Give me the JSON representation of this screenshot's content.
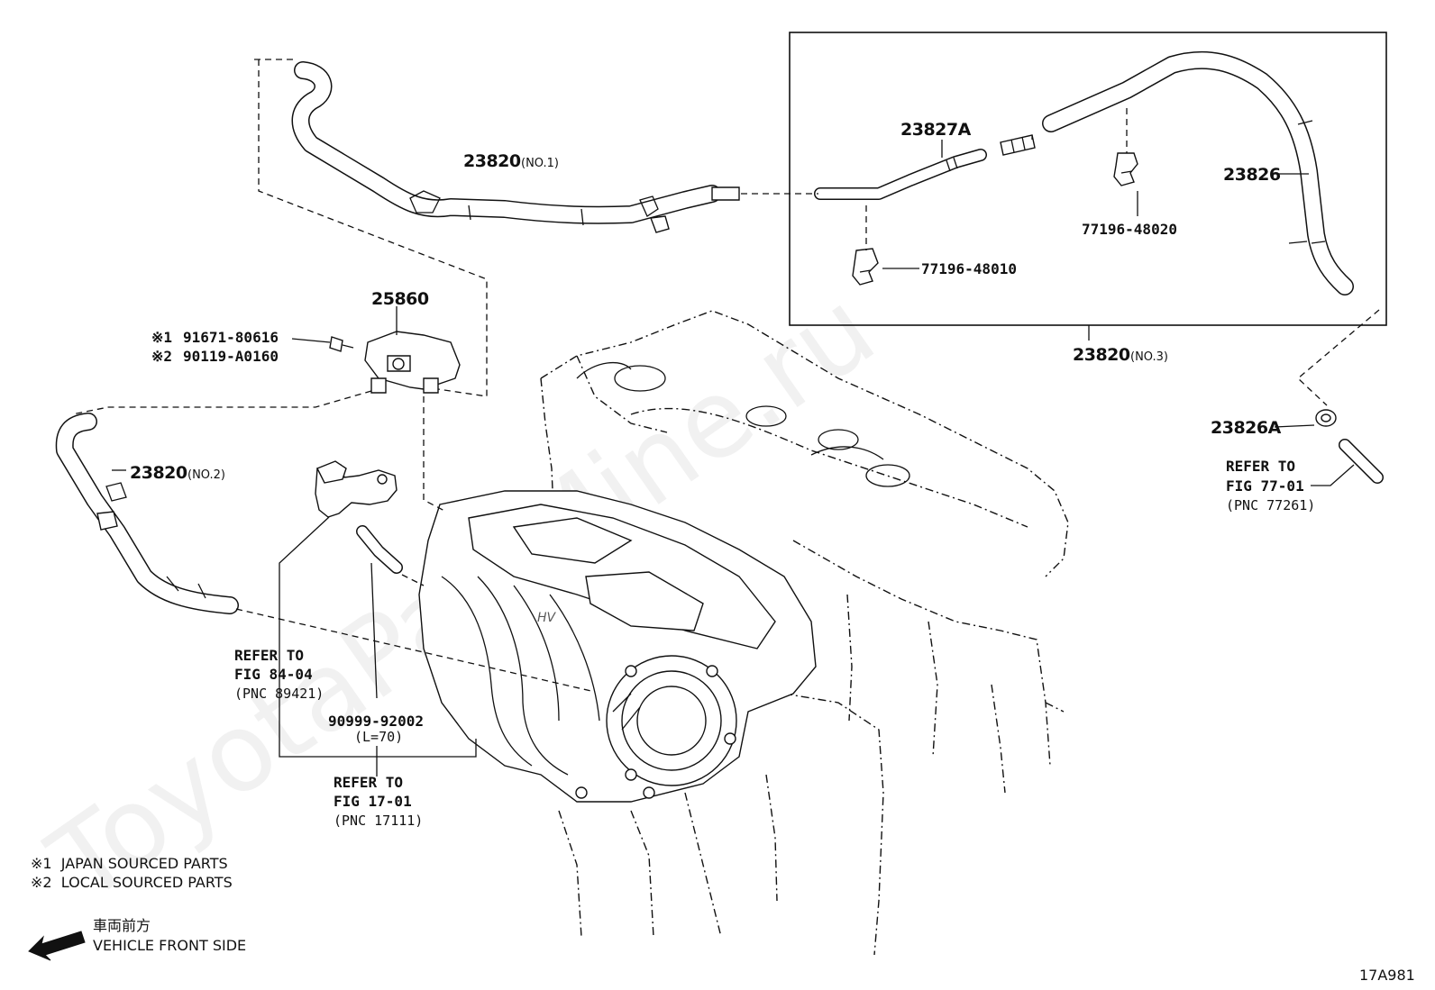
{
  "watermark": "ToyotaPartMine.ru",
  "parts": {
    "p23820_no1": {
      "num": "23820",
      "tag": "(NO.1)"
    },
    "p23820_no2": {
      "num": "23820",
      "tag": "(NO.2)"
    },
    "p23820_no3": {
      "num": "23820",
      "tag": "(NO.3)"
    },
    "p23827a": {
      "num": "23827A"
    },
    "p23826": {
      "num": "23826"
    },
    "p23826a": {
      "num": "23826A"
    },
    "p25860": {
      "num": "25860"
    },
    "clip_48020": {
      "num": "77196-48020"
    },
    "clip_48010": {
      "num": "77196-48010"
    },
    "bolt": {
      "line1_mark": "※1",
      "line1_num": "91671-80616",
      "line2_mark": "※2",
      "line2_num": "90119-A0160"
    },
    "hose_90999": {
      "num": "90999-92002",
      "length": "(L=70)"
    }
  },
  "refs": {
    "fig77": {
      "line1": "REFER TO",
      "line2": "FIG 77-01",
      "line3": "(PNC 77261)"
    },
    "fig84": {
      "line1": "REFER TO",
      "line2": "FIG 84-04",
      "line3": "(PNC 89421)"
    },
    "fig17": {
      "line1": "REFER TO",
      "line2": "FIG 17-01",
      "line3": "(PNC 17111)"
    }
  },
  "legend": {
    "line1": "※1  JAPAN SOURCED PARTS",
    "line2": "※2  LOCAL SOURCED PARTS"
  },
  "direction": {
    "jp": "車両前方",
    "en": "VEHICLE FRONT SIDE"
  },
  "figure_id": "17A981"
}
